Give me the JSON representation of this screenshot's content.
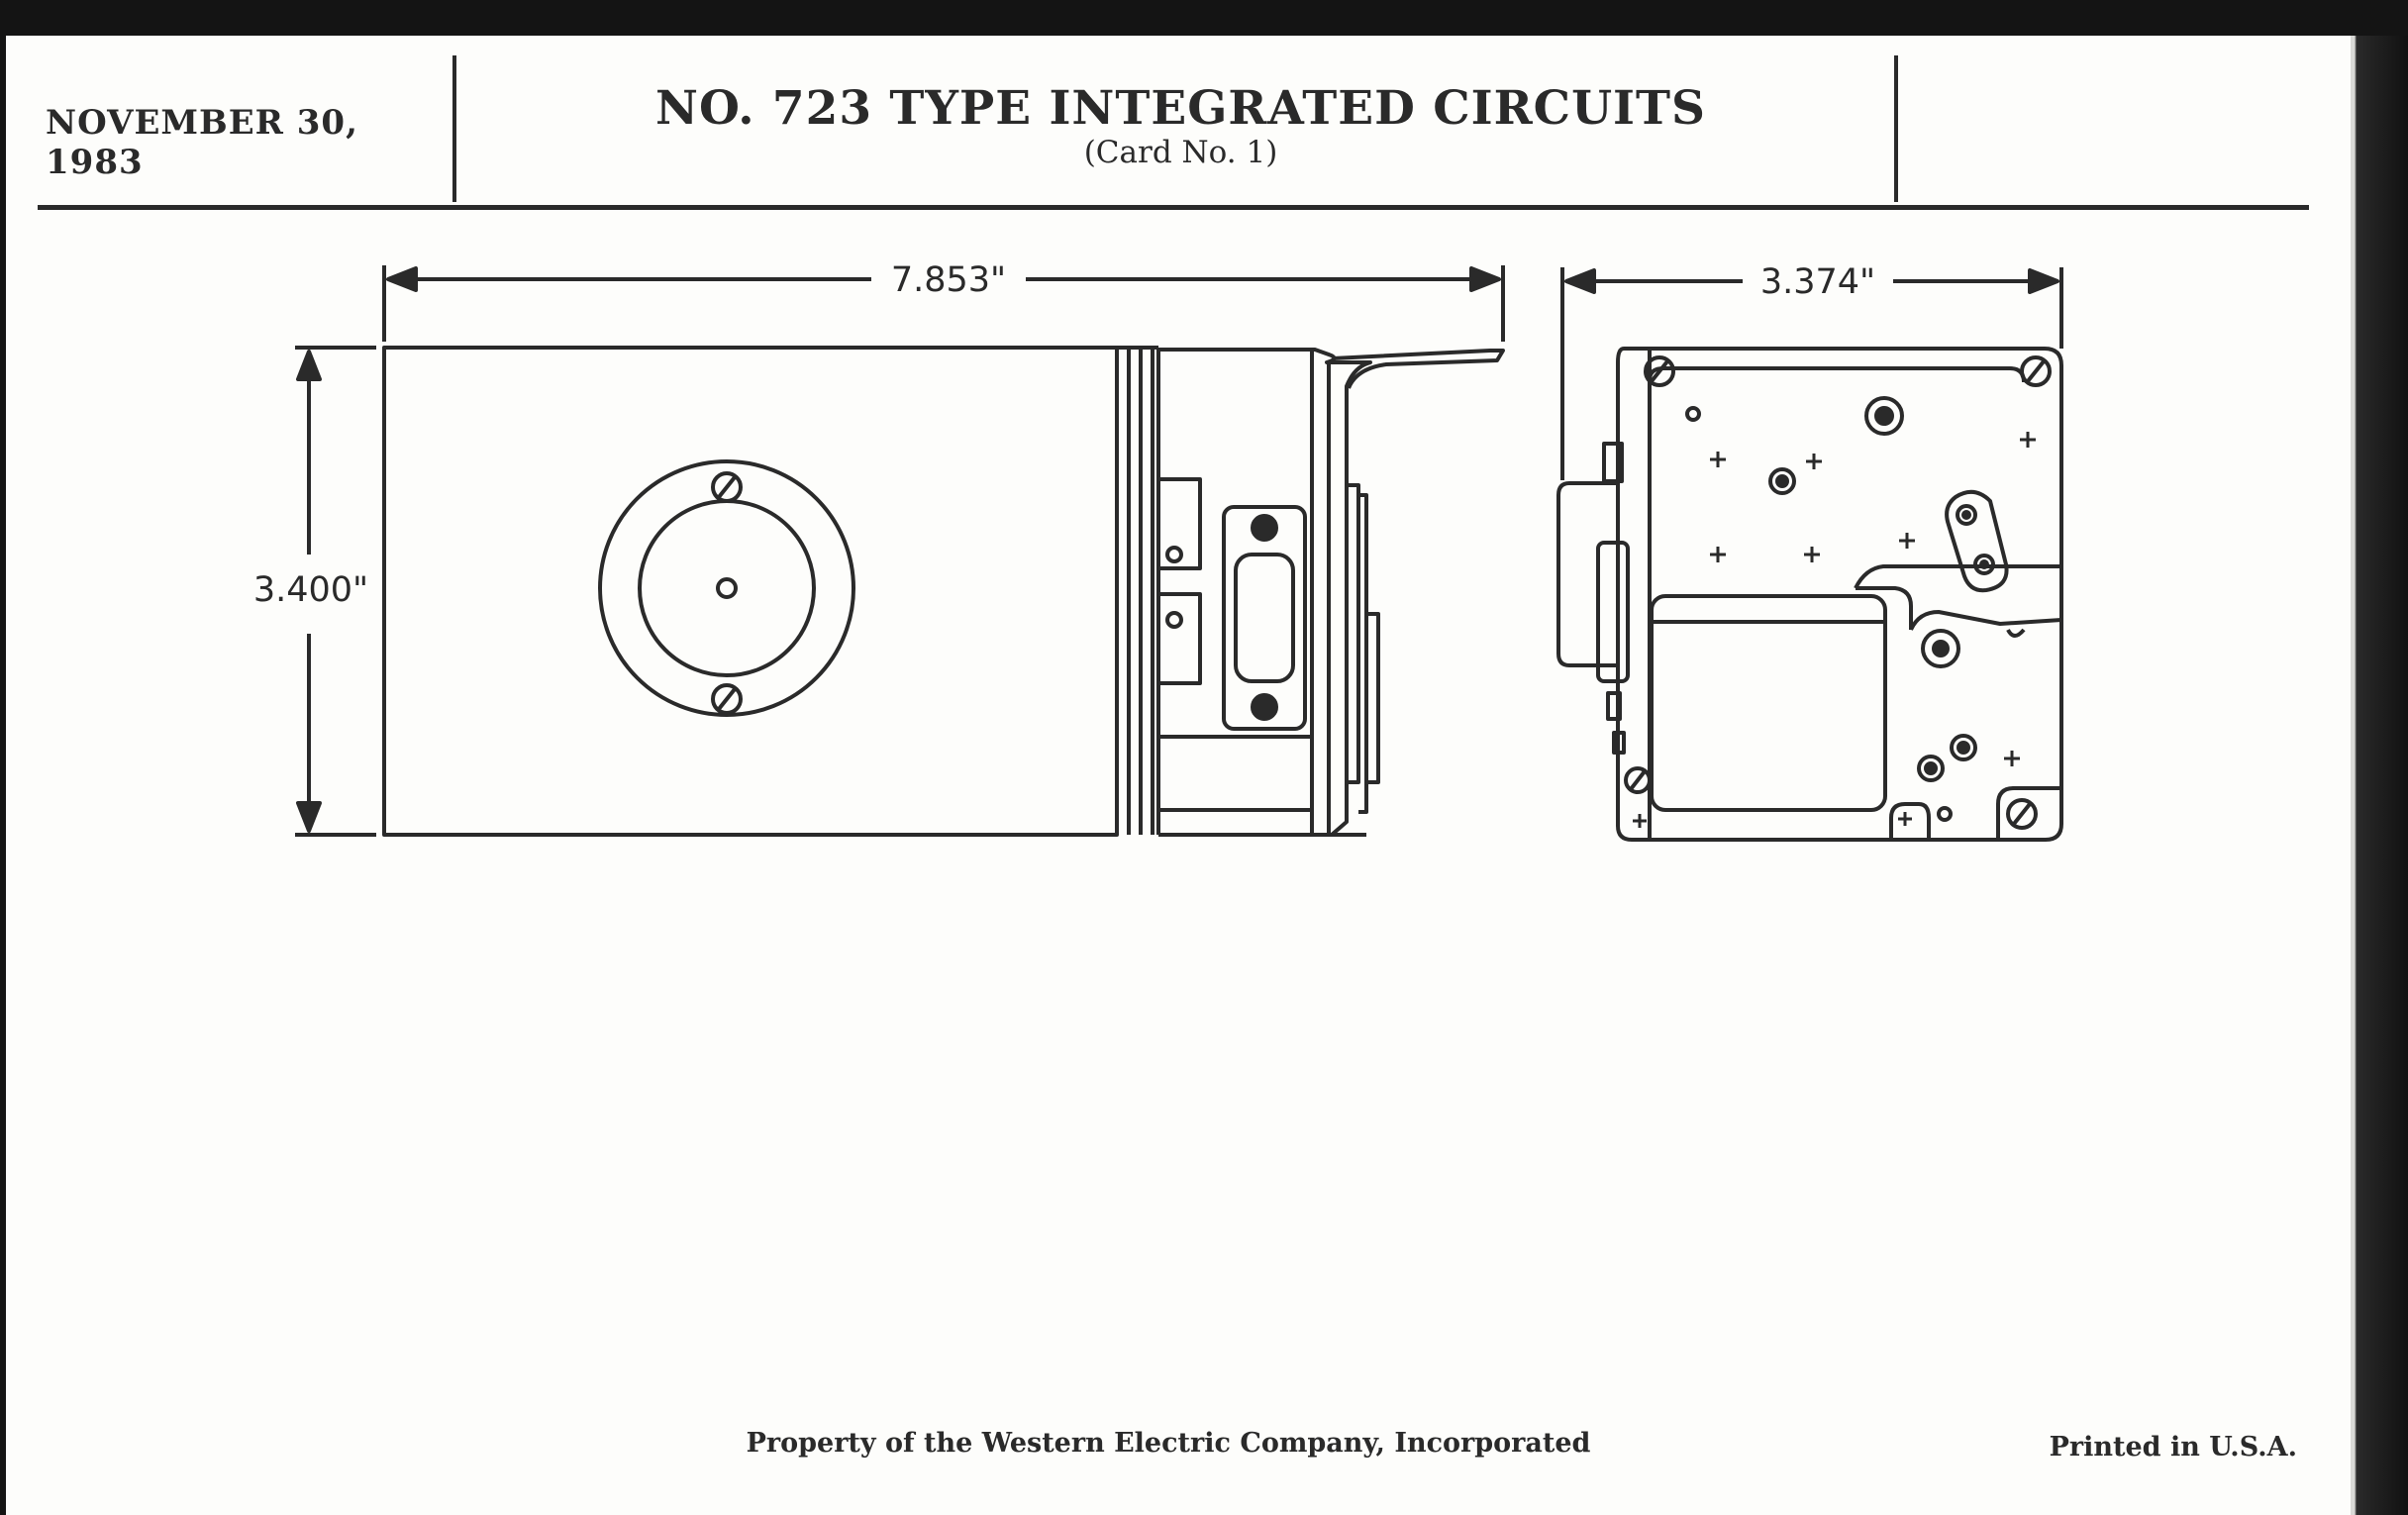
{
  "header": {
    "date": "NOVEMBER 30, 1983",
    "title": "NO. 723 TYPE INTEGRATED CIRCUITS",
    "subtitle": "(Card No. 1)"
  },
  "drawing": {
    "front_view": {
      "width_label": "7.853\"",
      "height_label": "3.400\""
    },
    "side_view": {
      "width_label": "3.374\""
    }
  },
  "footer": {
    "property_notice": "Property of the Western Electric Company, Incorporated",
    "printed_notice": "Printed in U.S.A."
  }
}
